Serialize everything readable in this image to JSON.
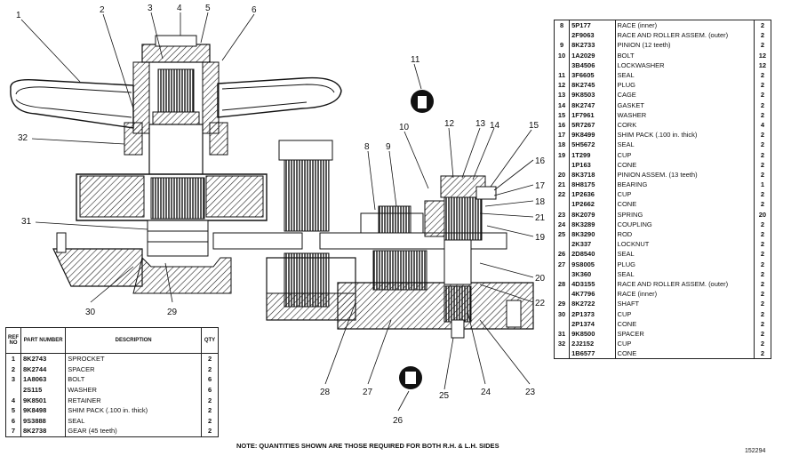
{
  "callouts": [
    "1",
    "2",
    "3",
    "4",
    "5",
    "6",
    "11",
    "10",
    "12",
    "13",
    "14",
    "15",
    "16",
    "17",
    "18",
    "21",
    "19",
    "32",
    "8",
    "9",
    "31",
    "30",
    "29",
    "20",
    "22",
    "28",
    "27",
    "26",
    "25",
    "24",
    "23"
  ],
  "left_table": {
    "headers": {
      "ref": "REF NO",
      "part": "PART NUMBER",
      "desc": "DESCRIPTION",
      "qty": "QTY"
    },
    "rows": [
      {
        "ref": "1",
        "part": "8K2743",
        "desc": "SPROCKET",
        "qty": "2"
      },
      {
        "ref": "2",
        "part": "8K2744",
        "desc": "SPACER",
        "qty": "2"
      },
      {
        "ref": "3",
        "part": "1A8063",
        "desc": "BOLT",
        "qty": "6"
      },
      {
        "ref": "",
        "part": "2S115",
        "desc": "WASHER",
        "qty": "6"
      },
      {
        "ref": "4",
        "part": "9K8501",
        "desc": "RETAINER",
        "qty": "2"
      },
      {
        "ref": "5",
        "part": "9K8498",
        "desc": "SHIM PACK (.100 in. thick)",
        "qty": "2"
      },
      {
        "ref": "6",
        "part": "9S3888",
        "desc": "SEAL",
        "qty": "2"
      },
      {
        "ref": "7",
        "part": "8K2738",
        "desc": "GEAR (45 teeth)",
        "qty": "2"
      }
    ]
  },
  "right_table": {
    "rows": [
      {
        "ref": "8",
        "part": "5P177",
        "desc": "RACE (inner)",
        "qty": "2"
      },
      {
        "ref": "",
        "part": "2F9063",
        "desc": "RACE AND ROLLER ASSEM. (outer)",
        "qty": "2"
      },
      {
        "ref": "9",
        "part": "8K2733",
        "desc": "PINION (12 teeth)",
        "qty": "2"
      },
      {
        "ref": "10",
        "part": "1A2029",
        "desc": "BOLT",
        "qty": "12"
      },
      {
        "ref": "",
        "part": "3B4506",
        "desc": "LOCKWASHER",
        "qty": "12"
      },
      {
        "ref": "11",
        "part": "3F6605",
        "desc": "SEAL",
        "qty": "2"
      },
      {
        "ref": "12",
        "part": "8K2745",
        "desc": "PLUG",
        "qty": "2"
      },
      {
        "ref": "13",
        "part": "9K8503",
        "desc": "CAGE",
        "qty": "2"
      },
      {
        "ref": "14",
        "part": "8K2747",
        "desc": "GASKET",
        "qty": "2"
      },
      {
        "ref": "15",
        "part": "1F7961",
        "desc": "WASHER",
        "qty": "2"
      },
      {
        "ref": "16",
        "part": "5R7267",
        "desc": "CORK",
        "qty": "4"
      },
      {
        "ref": "17",
        "part": "9K8499",
        "desc": "SHIM PACK (.100 in. thick)",
        "qty": "2"
      },
      {
        "ref": "18",
        "part": "5H5672",
        "desc": "SEAL",
        "qty": "2"
      },
      {
        "ref": "19",
        "part": "1T299",
        "desc": "CUP",
        "qty": "2"
      },
      {
        "ref": "",
        "part": "1P163",
        "desc": "CONE",
        "qty": "2"
      },
      {
        "ref": "20",
        "part": "8K3718",
        "desc": "PINION ASSEM. (13 teeth)",
        "qty": "2"
      },
      {
        "ref": "21",
        "part": "8H8175",
        "desc": "BEARING",
        "qty": "1"
      },
      {
        "ref": "22",
        "part": "1P2636",
        "desc": "CUP",
        "qty": "2"
      },
      {
        "ref": "",
        "part": "1P2662",
        "desc": "CONE",
        "qty": "2"
      },
      {
        "ref": "23",
        "part": "8K2079",
        "desc": "SPRING",
        "qty": "20"
      },
      {
        "ref": "24",
        "part": "8K3289",
        "desc": "COUPLING",
        "qty": "2"
      },
      {
        "ref": "25",
        "part": "8K3290",
        "desc": "ROD",
        "qty": "2"
      },
      {
        "ref": "",
        "part": "2K337",
        "desc": "LOCKNUT",
        "qty": "2"
      },
      {
        "ref": "26",
        "part": "2D8540",
        "desc": "SEAL",
        "qty": "2"
      },
      {
        "ref": "27",
        "part": "9S8005",
        "desc": "PLUG",
        "qty": "2"
      },
      {
        "ref": "",
        "part": "3K360",
        "desc": "SEAL",
        "qty": "2"
      },
      {
        "ref": "28",
        "part": "4D3155",
        "desc": "RACE AND ROLLER ASSEM. (outer)",
        "qty": "2"
      },
      {
        "ref": "",
        "part": "4K7796",
        "desc": "RACE (inner)",
        "qty": "2"
      },
      {
        "ref": "29",
        "part": "8K2722",
        "desc": "SHAFT",
        "qty": "2"
      },
      {
        "ref": "30",
        "part": "2P1373",
        "desc": "CUP",
        "qty": "2"
      },
      {
        "ref": "",
        "part": "2P1374",
        "desc": "CONE",
        "qty": "2"
      },
      {
        "ref": "31",
        "part": "9K8500",
        "desc": "SPACER",
        "qty": "2"
      },
      {
        "ref": "32",
        "part": "2J2152",
        "desc": "CUP",
        "qty": "2"
      },
      {
        "ref": "",
        "part": "1B6577",
        "desc": "CONE",
        "qty": "2"
      }
    ]
  },
  "note": "NOTE: QUANTITIES SHOWN ARE THOSE REQUIRED FOR BOTH R.H. & L.H. SIDES",
  "plate_number": "152294"
}
